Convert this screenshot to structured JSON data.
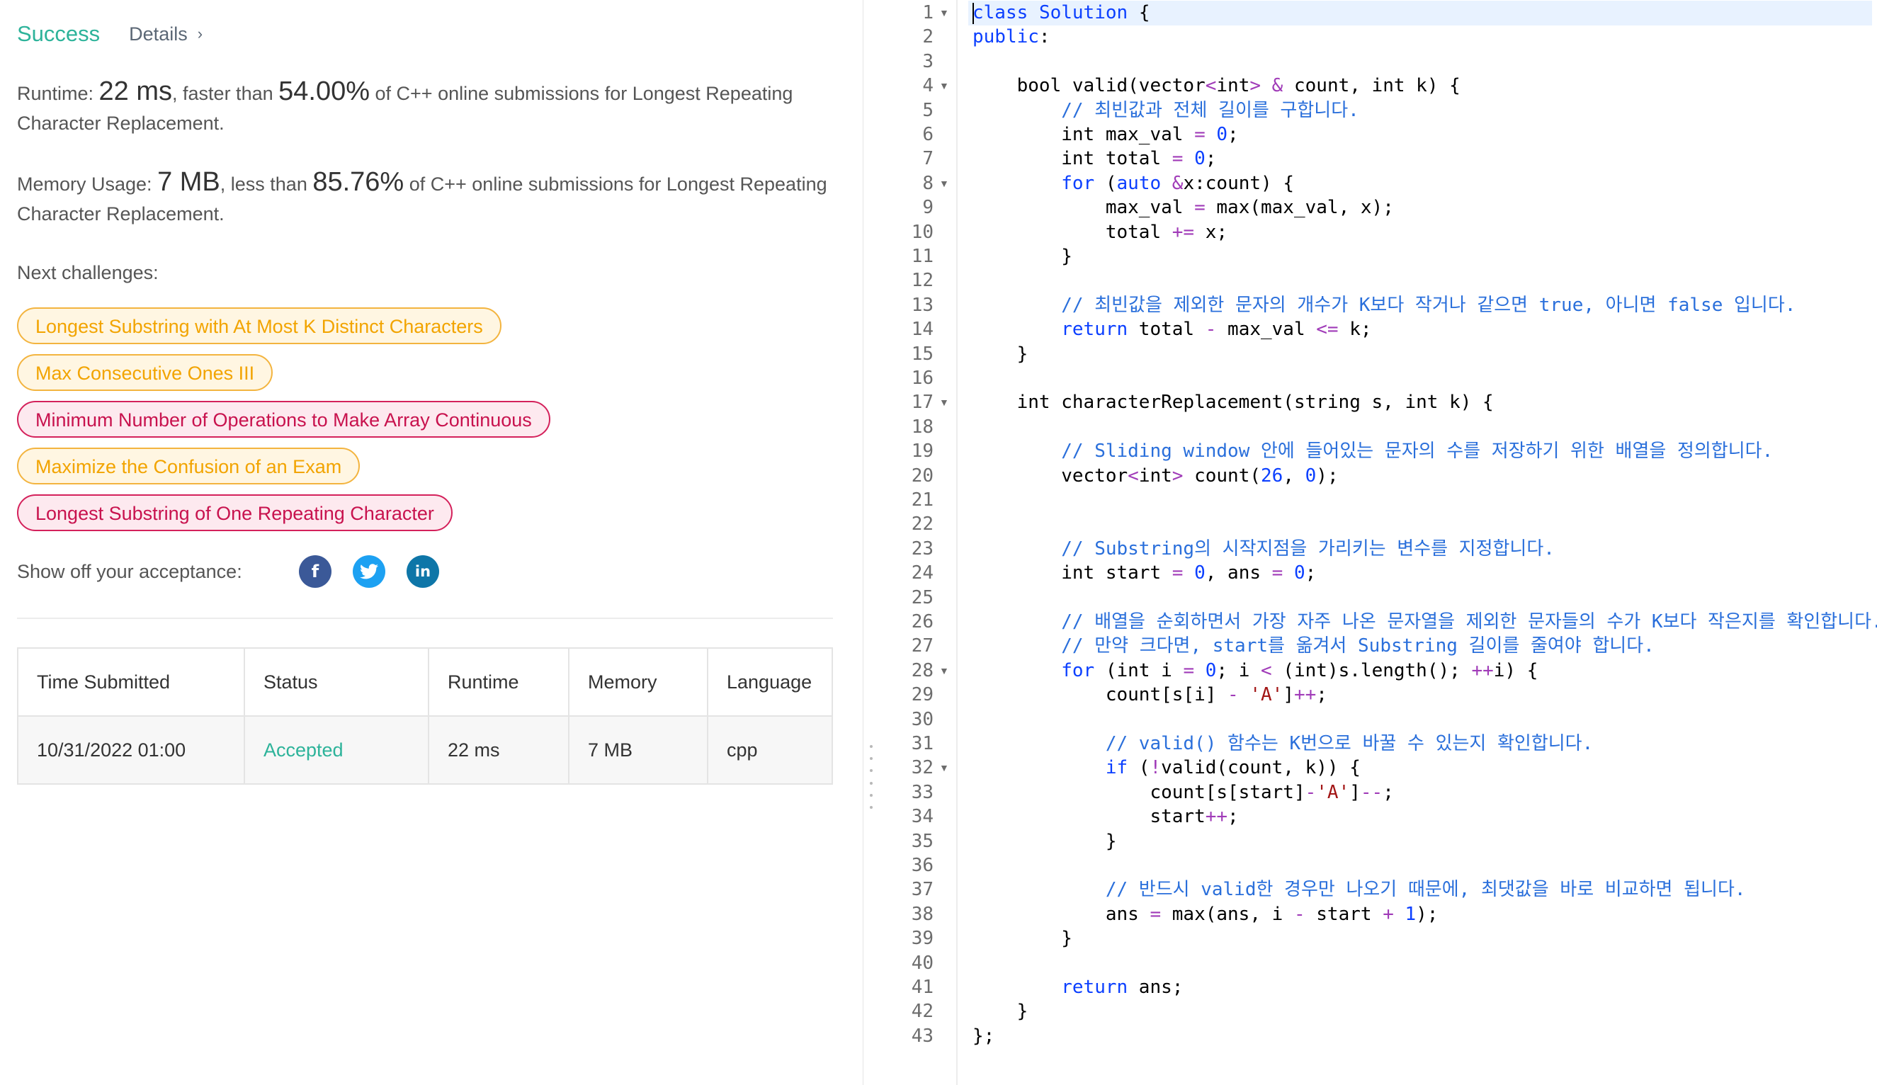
{
  "result": {
    "status": "Success",
    "details_label": "Details",
    "runtime": {
      "label": "Runtime: ",
      "value": "22 ms",
      "mid": ", faster than ",
      "percent": "54.00%",
      "tail": " of C++ online submissions for Longest Repeating Character Replacement."
    },
    "memory": {
      "label": "Memory Usage: ",
      "value": "7 MB",
      "mid": ", less than ",
      "percent": "85.76%",
      "tail": " of C++ online submissions for Longest Repeating Character Replacement."
    }
  },
  "next_challenges": {
    "title": "Next challenges:",
    "items": [
      {
        "label": "Longest Substring with At Most K Distinct Characters",
        "difficulty": "medium"
      },
      {
        "label": "Max Consecutive Ones III",
        "difficulty": "medium"
      },
      {
        "label": "Minimum Number of Operations to Make Array Continuous",
        "difficulty": "hard"
      },
      {
        "label": "Maximize the Confusion of an Exam",
        "difficulty": "medium"
      },
      {
        "label": "Longest Substring of One Repeating Character",
        "difficulty": "hard"
      }
    ]
  },
  "share": {
    "label": "Show off your acceptance:",
    "icons": [
      "facebook-icon",
      "twitter-icon",
      "linkedin-icon"
    ]
  },
  "submissions": {
    "headers": [
      "Time Submitted",
      "Status",
      "Runtime",
      "Memory",
      "Language"
    ],
    "rows": [
      [
        "10/31/2022 01:00",
        "Accepted",
        "22 ms",
        "7 MB",
        "cpp"
      ]
    ]
  },
  "colors": {
    "success": "#2db39a",
    "medium": "#f2a400",
    "hard": "#c8124e",
    "facebook": "#3b5998",
    "twitter": "#1da1f2",
    "linkedin": "#0e76a8"
  },
  "editor": {
    "fold_lines": [
      1,
      4,
      8,
      17,
      28,
      32
    ],
    "lines": [
      "class Solution {",
      "public:",
      "",
      "    bool valid(vector<int> & count, int k) {",
      "        // 최빈값과 전체 길이를 구합니다.",
      "        int max_val = 0;",
      "        int total = 0;",
      "        for (auto &x:count) {",
      "            max_val = max(max_val, x);",
      "            total += x;",
      "        }",
      "",
      "        // 최빈값을 제외한 문자의 개수가 K보다 작거나 같으면 true, 아니면 false 입니다.",
      "        return total - max_val <= k;",
      "    }",
      "",
      "    int characterReplacement(string s, int k) {",
      "",
      "        // Sliding window 안에 들어있는 문자의 수를 저장하기 위한 배열을 정의합니다.",
      "        vector<int> count(26, 0);",
      "",
      "",
      "        // Substring의 시작지점을 가리키는 변수를 지정합니다.",
      "        int start = 0, ans = 0;",
      "",
      "        // 배열을 순회하면서 가장 자주 나온 문자열을 제외한 문자들의 수가 K보다 작은지를 확인합니다.",
      "        // 만약 크다면, start를 옮겨서 Substring 길이를 줄여야 합니다.",
      "        for (int i = 0; i < (int)s.length(); ++i) {",
      "            count[s[i] - 'A']++;",
      "",
      "            // valid() 함수는 K번으로 바꿀 수 있는지 확인합니다.",
      "            if (!valid(count, k)) {",
      "                count[s[start]-'A']--;",
      "                start++;",
      "            }",
      "",
      "            // 반드시 valid한 경우만 나오기 때문에, 최댓값을 바로 비교하면 됩니다.",
      "            ans = max(ans, i - start + 1);",
      "        }",
      "",
      "        return ans;",
      "    }",
      "};"
    ]
  }
}
